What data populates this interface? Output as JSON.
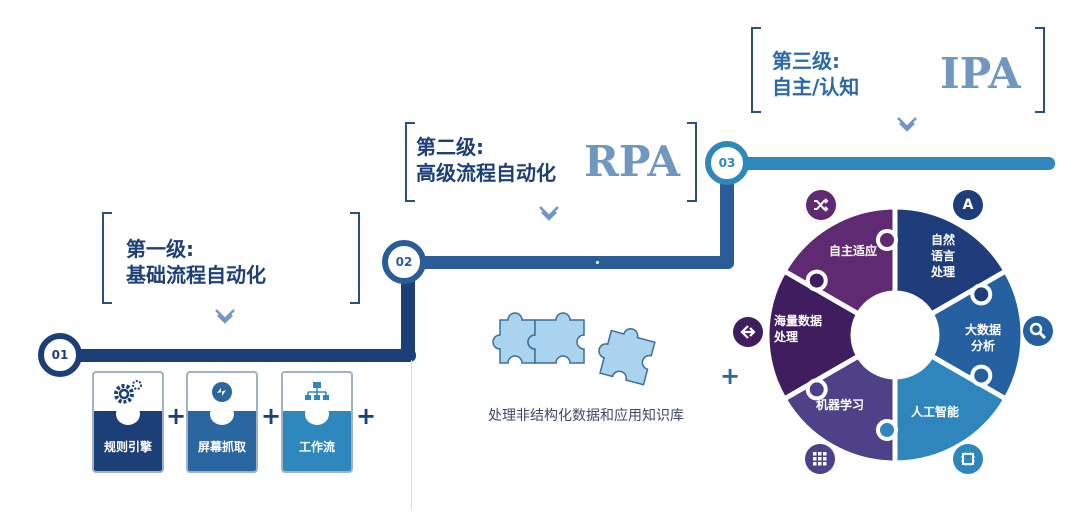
{
  "colors": {
    "navy": "#1c3f78",
    "mid_blue": "#2a66a0",
    "light_blue": "#2f88bd",
    "acronym": "#6f97c0",
    "puzzle_fill": "#a9d3ee",
    "puzzle_stroke": "#3c6f99"
  },
  "levels": [
    {
      "step": "01",
      "title_line1": "第一级:",
      "title_line2": "基础流程自动化",
      "acronym": ""
    },
    {
      "step": "02",
      "title_line1": "第二级:",
      "title_line2": "高级流程自动化",
      "acronym": "RPA"
    },
    {
      "step": "03",
      "title_line1": "第三级:",
      "title_line2": "自主/认知",
      "acronym": "IPA"
    }
  ],
  "level1_cards": [
    {
      "label": "规则引擎",
      "icon": "gears-icon",
      "color": "#1c3f78"
    },
    {
      "label": "屏幕抓取",
      "icon": "refresh-icon",
      "color": "#2a66a0"
    },
    {
      "label": "工作流",
      "icon": "hierarchy-icon",
      "color": "#2f88bd"
    }
  ],
  "plus_sign": "+",
  "level2_description": "处理非结构化数据和应用知识库",
  "wheel_segments": [
    {
      "label": "自然\n语言\n处理",
      "color": "#1f3d7a",
      "icon": "text-a-icon",
      "icon_color": "#1f3d7a"
    },
    {
      "label": "大数据\n分析",
      "color": "#2560a0",
      "icon": "search-icon",
      "icon_color": "#2560a0"
    },
    {
      "label": "人工智能",
      "color": "#2e86bd",
      "icon": "chip-icon",
      "icon_color": "#2e86bd"
    },
    {
      "label": "机器学习",
      "color": "#4e4188",
      "icon": "grid-icon",
      "icon_color": "#4e4188"
    },
    {
      "label": "海量数据\n处理",
      "color": "#401d5f",
      "icon": "arrows-icon",
      "icon_color": "#401d5f"
    },
    {
      "label": "自主适应",
      "color": "#5f2a72",
      "icon": "shuffle-icon",
      "icon_color": "#5f2a72"
    }
  ]
}
